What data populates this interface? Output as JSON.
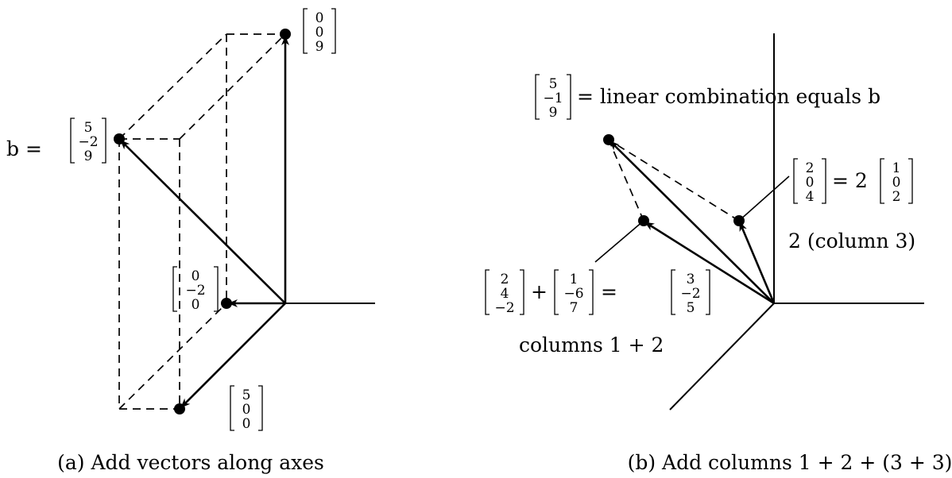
{
  "panel_a": {
    "caption": "(a) Add vectors along axes",
    "b_label": "b =",
    "vec_b": [
      "5",
      "−2",
      "9"
    ],
    "vec_z": [
      "0",
      "0",
      "9"
    ],
    "vec_y": [
      "0",
      "−2",
      "0"
    ],
    "vec_x": [
      "5",
      "0",
      "0"
    ]
  },
  "panel_b": {
    "caption": "(b) Add columns 1 + 2 + (3 + 3)",
    "result_vec": [
      "5",
      "−1",
      "9"
    ],
    "result_text": "= linear combination equals b",
    "col3_double": [
      "2",
      "0",
      "4"
    ],
    "eq2": "= 2",
    "col3": [
      "1",
      "0",
      "2"
    ],
    "col3_note": "2 (column 3)",
    "col1": [
      "2",
      "4",
      "−2"
    ],
    "plus": "+",
    "col2": [
      "1",
      "−6",
      "7"
    ],
    "eq": "=",
    "sum12": [
      "3",
      "−2",
      "5"
    ],
    "cols_note": "columns 1 + 2"
  }
}
